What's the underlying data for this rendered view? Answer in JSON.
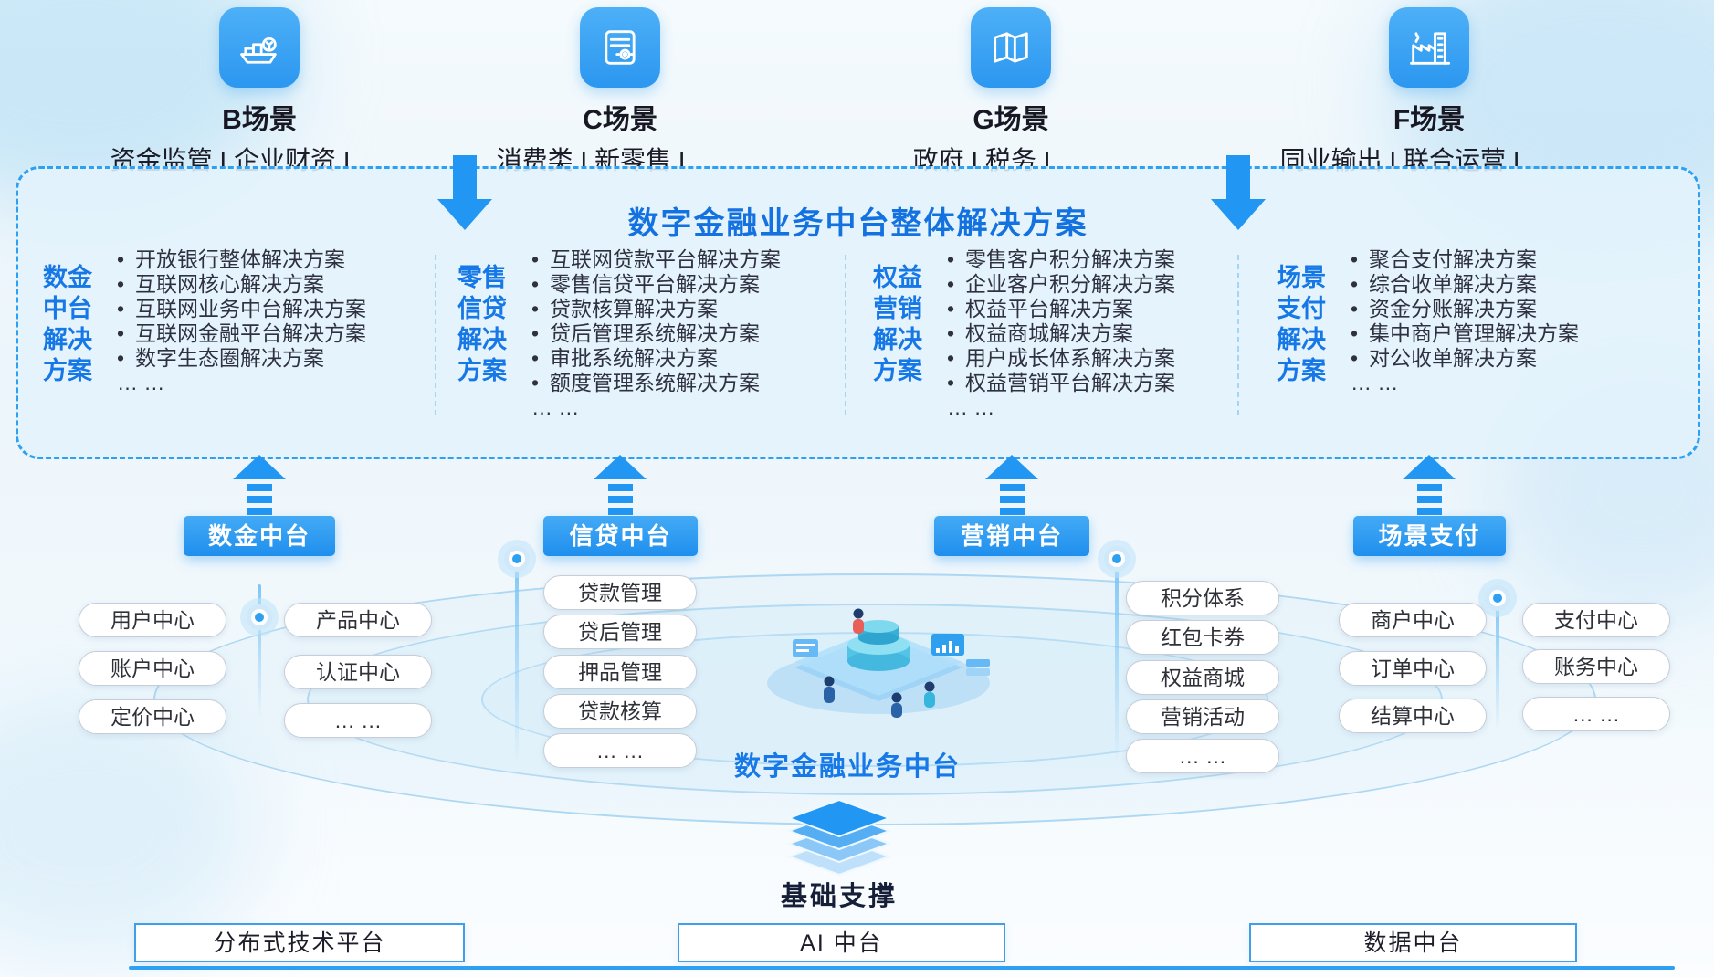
{
  "scenarios": [
    {
      "title": "B场景",
      "subtitle": "资金监管 I 企业财资 I ……",
      "icon": "ship-icon"
    },
    {
      "title": "C场景",
      "subtitle": "消费类 I 新零售 I ……",
      "icon": "receipt-icon"
    },
    {
      "title": "G场景",
      "subtitle": "政府 I 税务 I ……",
      "icon": "map-icon"
    },
    {
      "title": "F场景",
      "subtitle": "同业输出 I 联合运营 I ……",
      "icon": "factory-icon"
    }
  ],
  "solution_box": {
    "title": "数字金融业务中台整体解决方案",
    "columns": [
      {
        "label": "数金\n中台\n解决\n方案",
        "items": [
          "开放银行整体解决方案",
          "互联网核心解决方案",
          "互联网业务中台解决方案",
          "互联网金融平台解决方案",
          "数字生态圈解决方案"
        ],
        "more": "… …"
      },
      {
        "label": "零售\n信贷\n解决\n方案",
        "items": [
          "互联网贷款平台解决方案",
          "零售信贷平台解决方案",
          "贷款核算解决方案",
          "贷后管理系统解决方案",
          "审批系统解决方案",
          "额度管理系统解决方案"
        ],
        "more": "… …"
      },
      {
        "label": "权益\n营销\n解决\n方案",
        "items": [
          "零售客户积分解决方案",
          "企业客户积分解决方案",
          "权益平台解决方案",
          "权益商城解决方案",
          "用户成长体系解决方案",
          "权益营销平台解决方案"
        ],
        "more": "… …"
      },
      {
        "label": "场景\n支付\n解决\n方案",
        "items": [
          "聚合支付解决方案",
          "综合收单解决方案",
          "资金分账解决方案",
          "集中商户管理解决方案",
          "对公收单解决方案"
        ],
        "more": "… …"
      }
    ]
  },
  "platforms": [
    {
      "label": "数金中台"
    },
    {
      "label": "信贷中台"
    },
    {
      "label": "营销中台"
    },
    {
      "label": "场景支付"
    }
  ],
  "pill_groups": {
    "shujin": [
      "用户中心",
      "产品中心",
      "账户中心",
      "认证中心",
      "定价中心",
      "… …"
    ],
    "xindai": [
      "贷款管理",
      "贷后管理",
      "押品管理",
      "贷款核算",
      "… …"
    ],
    "yingxiao": [
      "积分体系",
      "红包卡券",
      "权益商城",
      "营销活动",
      "… …"
    ],
    "changjing": [
      "商户中心",
      "支付中心",
      "订单中心",
      "账务中心",
      "结算中心",
      "… …"
    ]
  },
  "center_label": "数字金融业务中台",
  "foundation_label": "基础支撑",
  "bottom_boxes": [
    "分布式技术平台",
    "AI 中台",
    "数据中台"
  ],
  "colors": {
    "accent": "#2196f3",
    "title_blue": "#1472e0",
    "dashed_border": "#2ea0f2"
  }
}
